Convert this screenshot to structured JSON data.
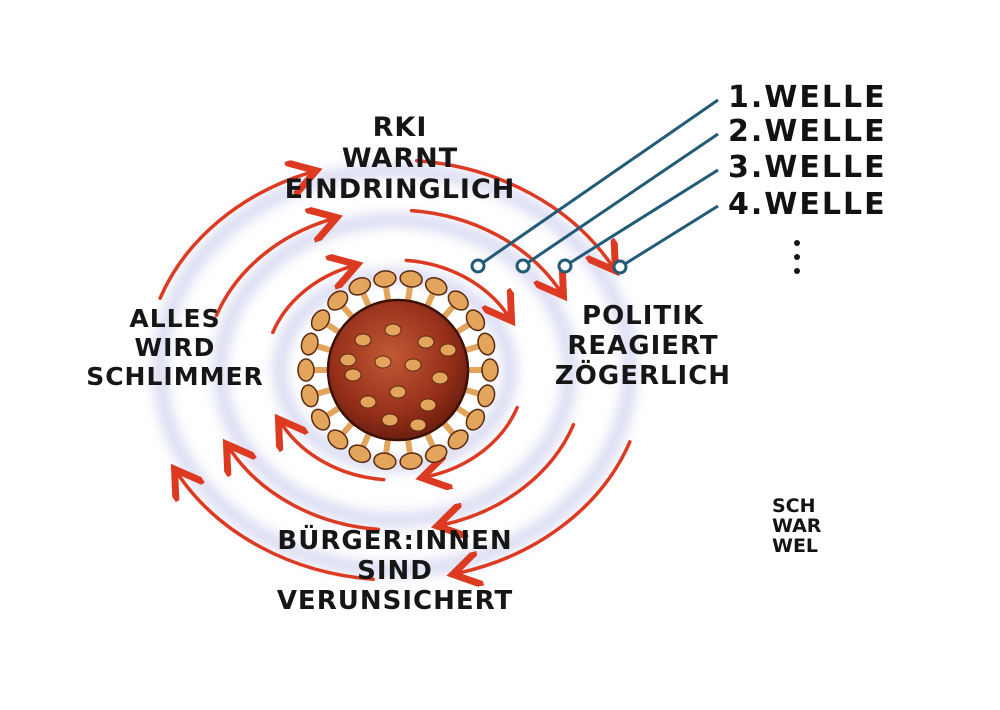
{
  "labels": {
    "top": [
      "RKI",
      "WARNT",
      "EINDRINGLICH"
    ],
    "right": [
      "POLITIK",
      "REAGIERT",
      "ZÖGERLICH"
    ],
    "bottom": [
      "BÜRGER:INNEN",
      "SIND",
      "VERUNSICHERT"
    ],
    "left": [
      "ALLES",
      "WIRD",
      "SCHLIMMER"
    ]
  },
  "waves": [
    "1.WELLE",
    "2.WELLE",
    "3.WELLE",
    "4.WELLE"
  ],
  "signature": [
    "SCH",
    "WAR",
    "WEL"
  ],
  "colors": {
    "arrow": "#dd3a22",
    "glow": "#b9bce6",
    "virus_body": "#9b3b1f",
    "virus_spike": "#e3a45c",
    "wave_line": "#225b78"
  },
  "icons": [
    "coronavirus-icon",
    "ellipsis-icon"
  ]
}
